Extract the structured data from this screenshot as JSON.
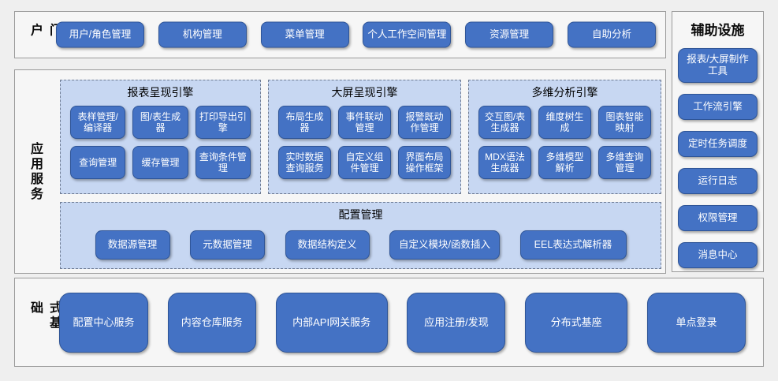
{
  "colors": {
    "button_fill": "#4472c4",
    "button_border": "#2f5597",
    "button_text": "#ffffff",
    "engine_panel_fill": "#c7d7f2",
    "engine_panel_border": "#6e7b93",
    "section_fill": "#f6f6f6",
    "section_border": "#9a9a9a",
    "page_background": "#efefef",
    "label_text": "#0a0a0a"
  },
  "portal": {
    "label": "门户",
    "buttons": [
      "用户/角色管理",
      "机构管理",
      "菜单管理",
      "个人工作空间管理",
      "资源管理",
      "自助分析"
    ]
  },
  "app_services": {
    "label": "应用服务",
    "engines": [
      {
        "title": "报表呈现引擎",
        "buttons": [
          "表样管理/编译器",
          "图/表生成器",
          "打印导出引擎",
          "查询管理",
          "缓存管理",
          "查询条件管理"
        ]
      },
      {
        "title": "大屏呈现引擎",
        "buttons": [
          "布局生成器",
          "事件联动管理",
          "报警既动作管理",
          "实时数据查询服务",
          "自定义组件管理",
          "界面布局操作框架"
        ]
      },
      {
        "title": "多维分析引擎",
        "buttons": [
          "交互图/表生成器",
          "维度树生成",
          "图表智能映射",
          "MDX语法生成器",
          "多维模型解析",
          "多维查询管理"
        ]
      }
    ],
    "config": {
      "title": "配置管理",
      "buttons": [
        "数据源管理",
        "元数据管理",
        "数据结构定义",
        "自定义模块/函数插入",
        "EEL表达式解析器"
      ]
    }
  },
  "auxiliary": {
    "title": "辅助设施",
    "buttons": [
      "报表/大屏制作工具",
      "工作流引擎",
      "定时任务调度",
      "运行日志",
      "权限管理",
      "消息中心"
    ]
  },
  "distributed": {
    "label": "分布式基础",
    "buttons": [
      "配置中心服务",
      "内容仓库服务",
      "内部API网关服务",
      "应用注册/发现",
      "分布式基座",
      "单点登录"
    ]
  }
}
